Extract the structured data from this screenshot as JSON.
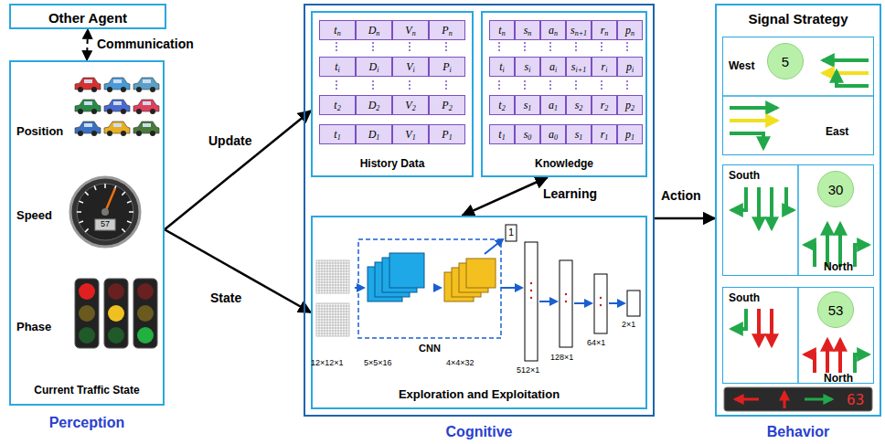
{
  "diagram": {
    "nodes": [
      {
        "text": [
          "Other Agent"
        ]
      },
      {
        "text": [
          "Position",
          "Speed",
          "Phase",
          "Current Traffic State",
          "Perception"
        ]
      },
      {
        "text": [
          "Cognitive"
        ]
      },
      {
        "text": [
          "History Data"
        ],
        "in": 2
      },
      {
        "text": [
          "Knowledge"
        ],
        "in": 2
      },
      {
        "text": [
          "Exploration and Exploitation"
        ],
        "in": 2
      },
      {
        "text": [
          "Signal Strategy",
          "Behavior"
        ]
      },
      {
        "text": [
          "West",
          "East"
        ],
        "in": 6
      },
      {
        "text": [
          "5"
        ],
        "in": 7
      },
      {
        "text": [
          "South",
          "North"
        ],
        "in": 6
      },
      {
        "text": [
          "30"
        ],
        "in": 9
      },
      {
        "text": [
          "South",
          "North"
        ],
        "in": 6
      },
      {
        "text": [
          "53"
        ],
        "in": 11
      }
    ],
    "edges": [
      {
        "from": 1,
        "to": 0,
        "arrow": "both",
        "label": "Communication"
      },
      {
        "from": 1,
        "to": 3,
        "arrow": "to",
        "label": "Update"
      },
      {
        "from": 1,
        "to": 5,
        "arrow": "to",
        "label": "State"
      },
      {
        "from": 4,
        "to": 5,
        "arrow": "both",
        "label": "Learning"
      },
      {
        "from": 2,
        "to": 6,
        "arrow": "to",
        "label": "Action"
      }
    ],
    "labels": [
      "tn",
      "Dn",
      "Vn",
      "Pn",
      "ti",
      "Di",
      "Vi",
      "Pi",
      "t2",
      "D2",
      "V2",
      "P2",
      "t1",
      "D1",
      "V1",
      "P1",
      "tn",
      "sn",
      "an",
      "sn+1",
      "rn",
      "pn",
      "ti",
      "si",
      "ai",
      "si+1",
      "ri",
      "pi",
      "t2",
      "s1",
      "a1",
      "s2",
      "r2",
      "p2",
      "t1",
      "s0",
      "a0",
      "s1",
      "r1",
      "p1",
      "12×12×1",
      "5×5×16",
      "CNN",
      "4×4×32",
      "1",
      "512×1",
      "128×1",
      "64×1",
      "2×1",
      "57",
      "63"
    ]
  }
}
